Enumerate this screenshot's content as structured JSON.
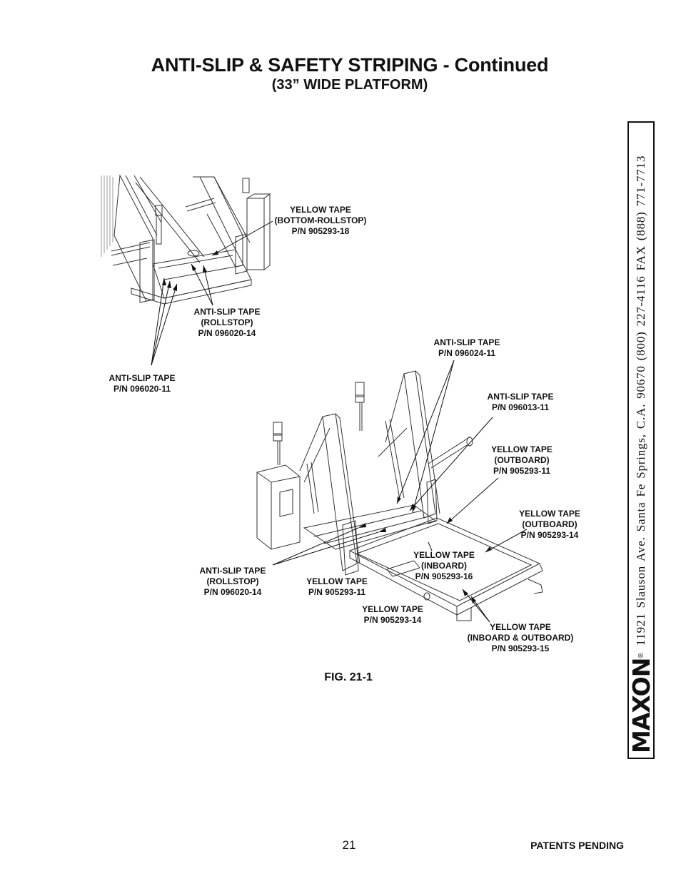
{
  "header": {
    "title": "ANTI-SLIP & SAFETY STRIPING - Continued",
    "subtitle": "(33” WIDE PLATFORM)"
  },
  "figure": {
    "caption": "FIG. 21-1",
    "callouts": {
      "c1": [
        "YELLOW TAPE",
        "(BOTTOM-ROLLSTOP)",
        "P/N 905293-18"
      ],
      "c2": [
        "ANTI-SLIP TAPE",
        "(ROLLSTOP)",
        "P/N 096020-14"
      ],
      "c3": [
        "ANTI-SLIP TAPE",
        "P/N 096020-11"
      ],
      "c4": [
        "ANTI-SLIP TAPE",
        "P/N 096024-11"
      ],
      "c5": [
        "ANTI-SLIP TAPE",
        "P/N 096013-11"
      ],
      "c6": [
        "YELLOW TAPE",
        "(OUTBOARD)",
        "P/N 905293-11"
      ],
      "c7": [
        "YELLOW TAPE",
        "(OUTBOARD)",
        "P/N 905293-14"
      ],
      "c8": [
        "YELLOW TAPE",
        "(INBOARD)",
        "P/N 905293-16"
      ],
      "c9": [
        "ANTI-SLIP TAPE",
        "(ROLLSTOP)",
        "P/N 096020-14"
      ],
      "c10": [
        "YELLOW TAPE",
        "P/N 905293-11"
      ],
      "c11": [
        "YELLOW TAPE",
        "P/N 905293-14"
      ],
      "c12": [
        "YELLOW TAPE",
        "(INBOARD & OUTBOARD)",
        "P/N 905293-15"
      ]
    }
  },
  "sidebar": {
    "brand": "MAXON",
    "registered": "®",
    "address": "11921 Slauson Ave.  Santa Fe Springs, C.A.  90670  (800) 227-4116  FAX (888) 771-7713"
  },
  "footer": {
    "page_number": "21",
    "patents": "PATENTS PENDING"
  }
}
